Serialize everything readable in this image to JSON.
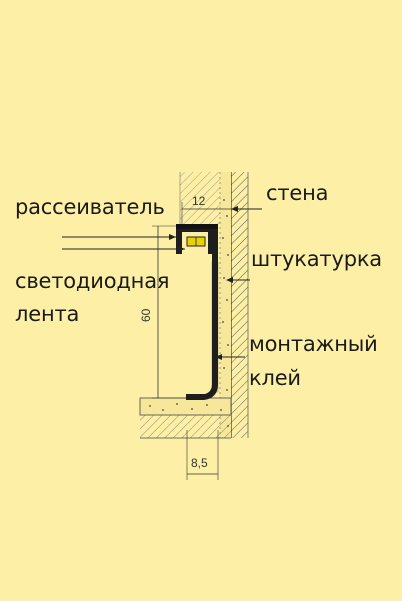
{
  "colors": {
    "background": "#fdf0a6",
    "line": "#222222",
    "hatch": "#555555",
    "led": "#e8d200"
  },
  "labels": {
    "diffuser": "рассеиватель",
    "led_strip_line1": "светодиодная",
    "led_strip_line2": "лента",
    "wall": "стена",
    "plaster": "штукатурка",
    "adhesive_line1": "монтажный",
    "adhesive_line2": "клей"
  },
  "dimensions": {
    "wall_gap": "12",
    "height": "60",
    "base_width": "8,5"
  }
}
